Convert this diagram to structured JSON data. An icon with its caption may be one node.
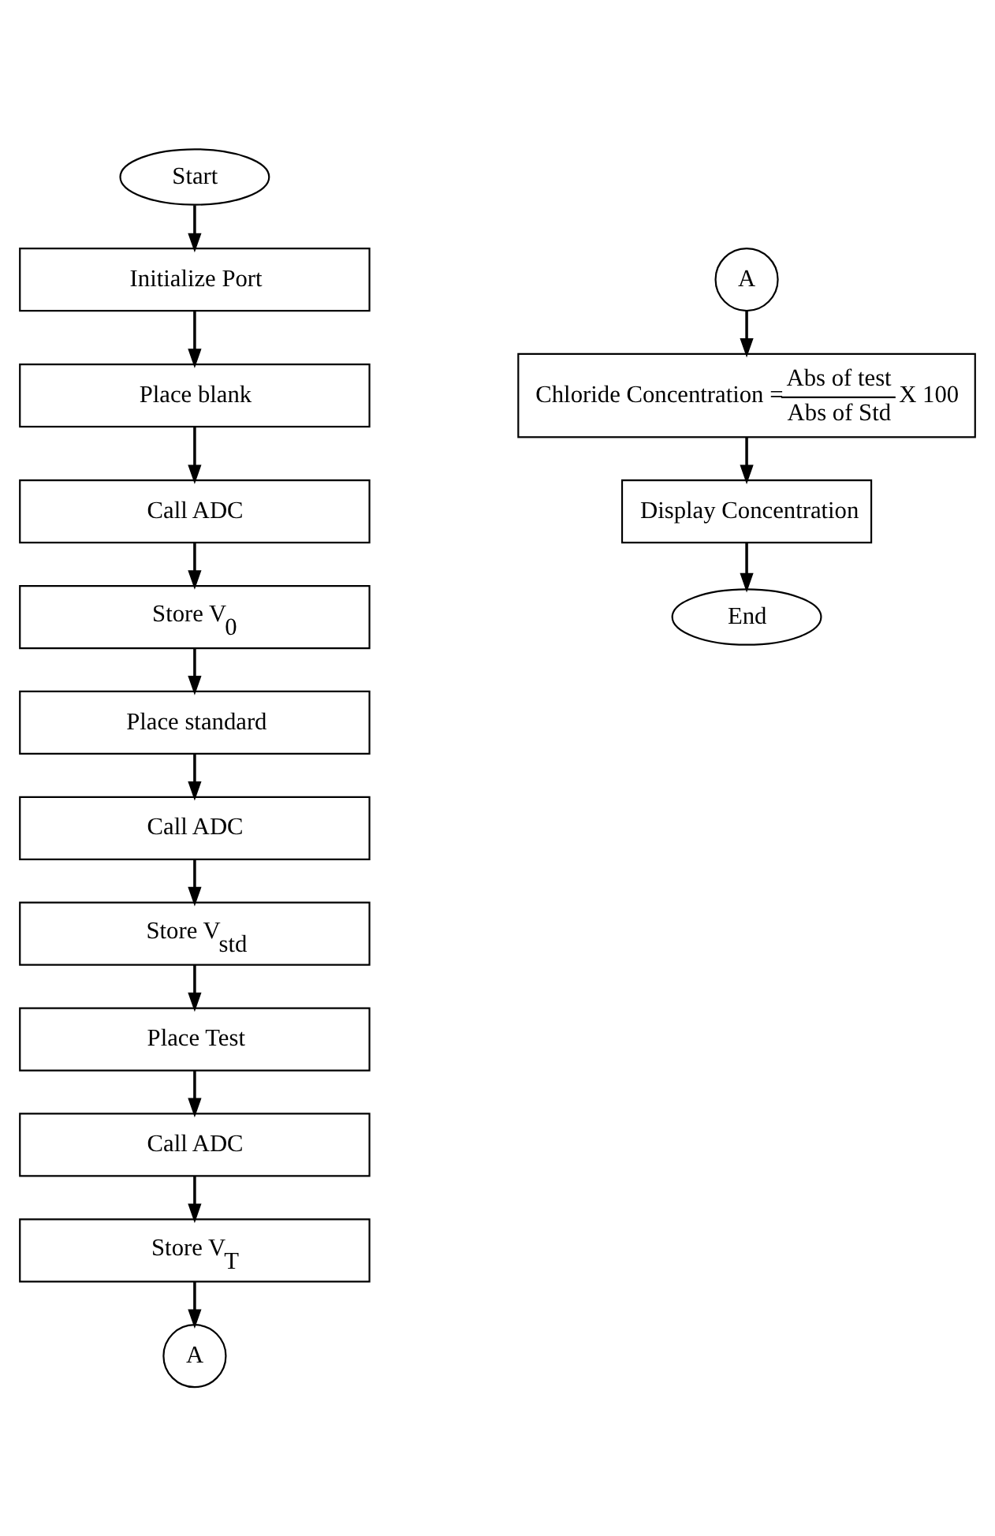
{
  "diagram": {
    "nodes": [
      {
        "text": [
          "Start"
        ]
      },
      {
        "text": [
          "Initialize Port"
        ]
      },
      {
        "text": [
          "Place blank"
        ]
      },
      {
        "text": [
          "Call ADC"
        ]
      },
      {
        "text": [
          "Store V$_{0}$"
        ]
      },
      {
        "text": [
          "Place standard"
        ]
      },
      {
        "text": [
          "Call ADC"
        ]
      },
      {
        "text": [
          "Store V$_{std}$"
        ]
      },
      {
        "text": [
          "Place Test"
        ]
      },
      {
        "text": [
          "Call ADC"
        ]
      },
      {
        "text": [
          "Store V$_{T}$"
        ]
      },
      {
        "text": [
          "A"
        ]
      },
      {
        "text": [
          "A"
        ]
      },
      {
        "text": [
          "Chloride Concentration =",
          "Abs of test",
          "X 100",
          "Abs of Std"
        ]
      },
      {
        "text": [
          "Display Concentration"
        ]
      },
      {
        "text": [
          "End"
        ]
      }
    ],
    "edges": [
      {
        "from": 0,
        "to": 1,
        "arrow": "to"
      },
      {
        "from": 1,
        "to": 2,
        "arrow": "to"
      },
      {
        "from": 2,
        "to": 3,
        "arrow": "to"
      },
      {
        "from": 3,
        "to": 4,
        "arrow": "to"
      },
      {
        "from": 4,
        "to": 5,
        "arrow": "to"
      },
      {
        "from": 5,
        "to": 6,
        "arrow": "to"
      },
      {
        "from": 6,
        "to": 7,
        "arrow": "to"
      },
      {
        "from": 7,
        "to": 8,
        "arrow": "to"
      },
      {
        "from": 8,
        "to": 9,
        "arrow": "to"
      },
      {
        "from": 9,
        "to": 10,
        "arrow": "to"
      },
      {
        "from": 10,
        "to": 11,
        "arrow": "to"
      },
      {
        "from": 12,
        "to": 13,
        "arrow": "to"
      },
      {
        "from": 13,
        "to": 14,
        "arrow": "to"
      },
      {
        "from": 14,
        "to": 15,
        "arrow": "to"
      }
    ]
  }
}
